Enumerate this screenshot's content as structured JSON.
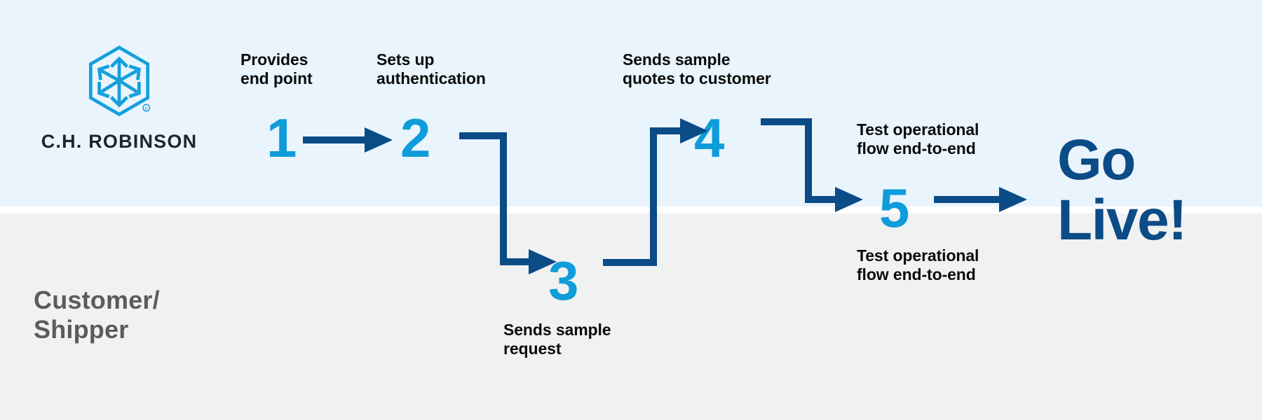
{
  "colors": {
    "band_top": "#e9f4fc",
    "band_bottom": "#f0f1f1",
    "accent_light_blue": "#0f9cdb",
    "accent_dark_blue": "#0b4b86",
    "caption_text": "#0b0b0b",
    "lane_text": "#5b5b5b",
    "logo_word": "#1d252d"
  },
  "brand": {
    "name": "C.H. ROBINSON",
    "logo_icon": "hexagon-cube-arrows-icon",
    "registered_mark": "®"
  },
  "lanes": {
    "top": {
      "label": "",
      "owner": "C.H. ROBINSON"
    },
    "bottom": {
      "label": "Customer/\nShipper"
    }
  },
  "flow": {
    "type": "process-flow",
    "steps": [
      {
        "number": "1",
        "caption": "Provides\nend point",
        "lane": "top",
        "caption_position": "above"
      },
      {
        "number": "2",
        "caption": "Sets up\nauthentication",
        "lane": "top",
        "caption_position": "above"
      },
      {
        "number": "3",
        "caption": "Sends sample\nrequest",
        "lane": "bottom",
        "caption_position": "below"
      },
      {
        "number": "4",
        "caption": "Sends sample\nquotes to customer",
        "lane": "top",
        "caption_position": "above"
      },
      {
        "number": "5",
        "caption_above": "Test operational\nflow end-to-end",
        "caption_below": "Test operational\nflow end-to-end",
        "lane": "middle",
        "caption_position": "both"
      }
    ],
    "connectors": [
      {
        "from": "1",
        "to": "2",
        "shape": "straight-right"
      },
      {
        "from": "2",
        "to": "3",
        "shape": "down-then-right"
      },
      {
        "from": "3",
        "to": "4",
        "shape": "right-then-up-then-right"
      },
      {
        "from": "4",
        "to": "5",
        "shape": "right-then-down-then-right"
      },
      {
        "from": "5",
        "to": "go-live",
        "shape": "straight-right"
      }
    ],
    "outcome": "Go\nLive!"
  }
}
